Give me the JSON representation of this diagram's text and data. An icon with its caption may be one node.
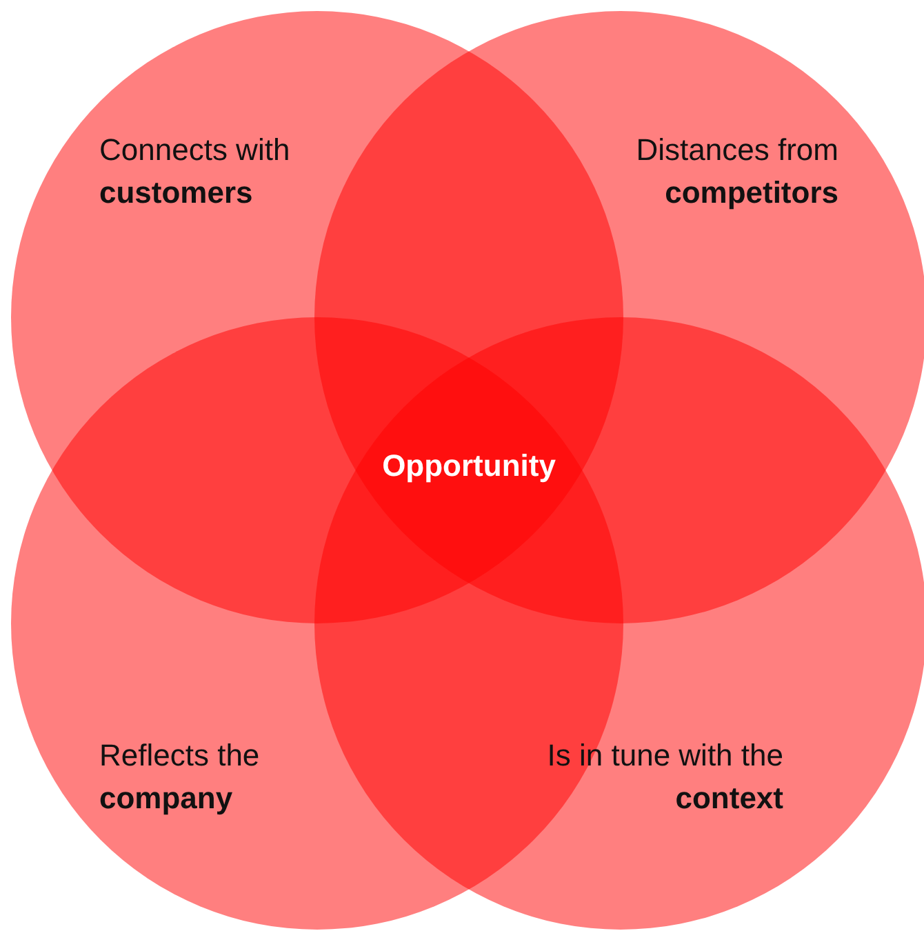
{
  "diagram": {
    "nodes": [
      {
        "text": [
          "Connects with **customers**"
        ]
      },
      {
        "text": [
          "Distances from **competitors**"
        ]
      },
      {
        "text": [
          "Reflects the **company**"
        ]
      },
      {
        "text": [
          "Is in tune with the **context**"
        ]
      }
    ],
    "labels": [
      "Opportunity"
    ]
  }
}
